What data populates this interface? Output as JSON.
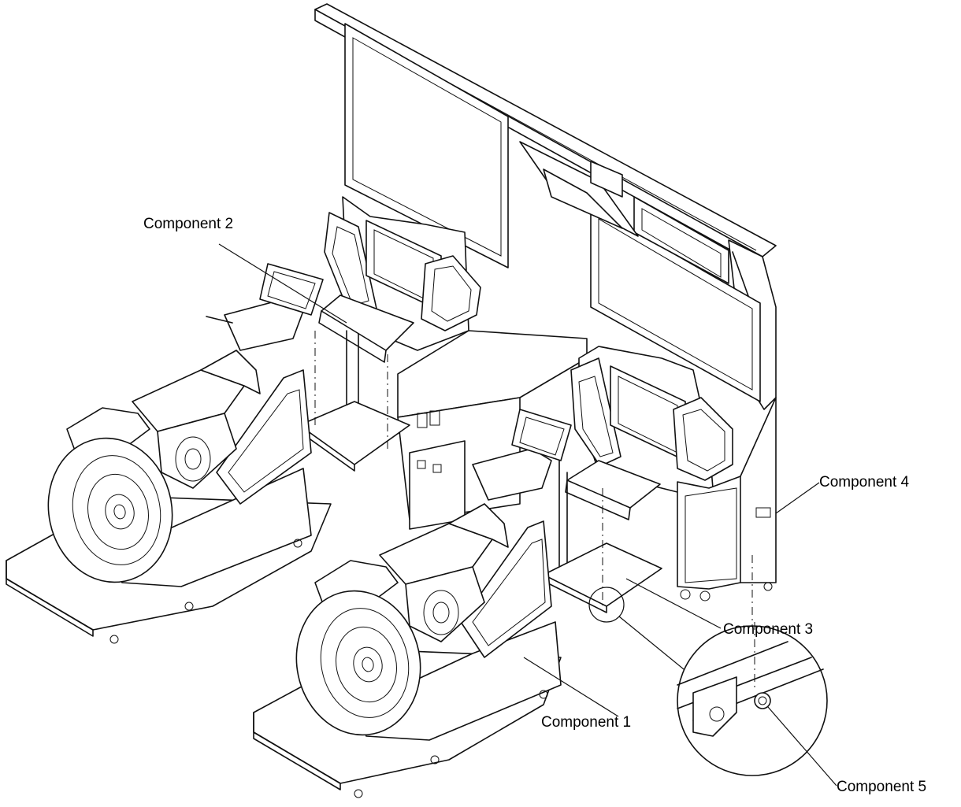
{
  "labels": {
    "component_1": "Component 1",
    "component_2": "Component 2",
    "component_3": "Component 3",
    "component_4": "Component 4",
    "component_5": "Component 5"
  }
}
